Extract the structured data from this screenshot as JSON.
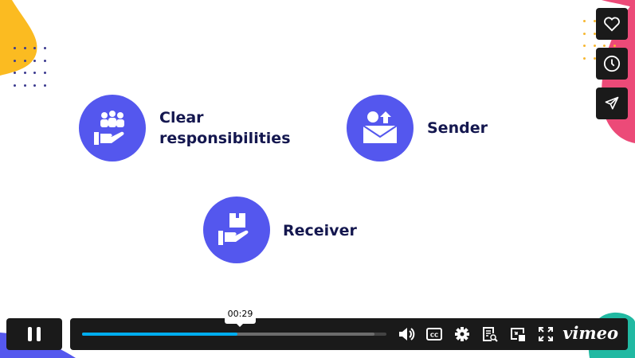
{
  "slide": {
    "items": [
      {
        "label_line1": "Clear",
        "label_line2": "responsibilities",
        "icon": "hand-people-icon"
      },
      {
        "label": "Sender",
        "icon": "envelope-upload-icon"
      },
      {
        "label": "Receiver",
        "icon": "hand-box-icon"
      }
    ]
  },
  "side_actions": [
    {
      "name": "like",
      "icon": "heart-icon"
    },
    {
      "name": "watch-later",
      "icon": "clock-icon"
    },
    {
      "name": "share",
      "icon": "send-icon"
    }
  ],
  "player": {
    "time_tooltip": "00:29",
    "progress_percent": 51,
    "buffered_percent": 96,
    "brand": "vimeo",
    "controls": [
      "volume",
      "captions",
      "settings",
      "transcript",
      "picture-in-picture",
      "fullscreen"
    ]
  },
  "colors": {
    "accent": "#5457ee",
    "progress": "#00adef",
    "label": "#14174f"
  }
}
